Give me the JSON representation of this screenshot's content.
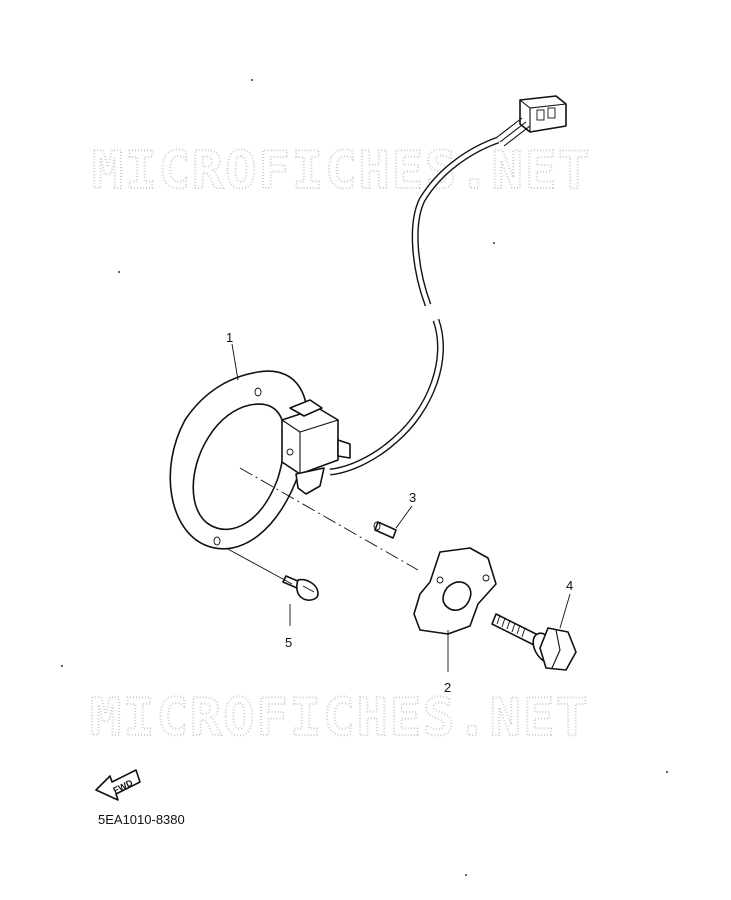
{
  "diagram": {
    "part_callouts": [
      {
        "id": "1",
        "label": "1"
      },
      {
        "id": "2",
        "label": "2"
      },
      {
        "id": "3",
        "label": "3"
      },
      {
        "id": "4",
        "label": "4"
      },
      {
        "id": "5",
        "label": "5"
      }
    ],
    "watermark": "MICROFICHES.NET",
    "drawing_code": "5EA1010-8380",
    "fwd_label": "FWD",
    "colors": {
      "ink": "#111111",
      "watermark": "#cfcfcf",
      "background": "#ffffff"
    }
  }
}
